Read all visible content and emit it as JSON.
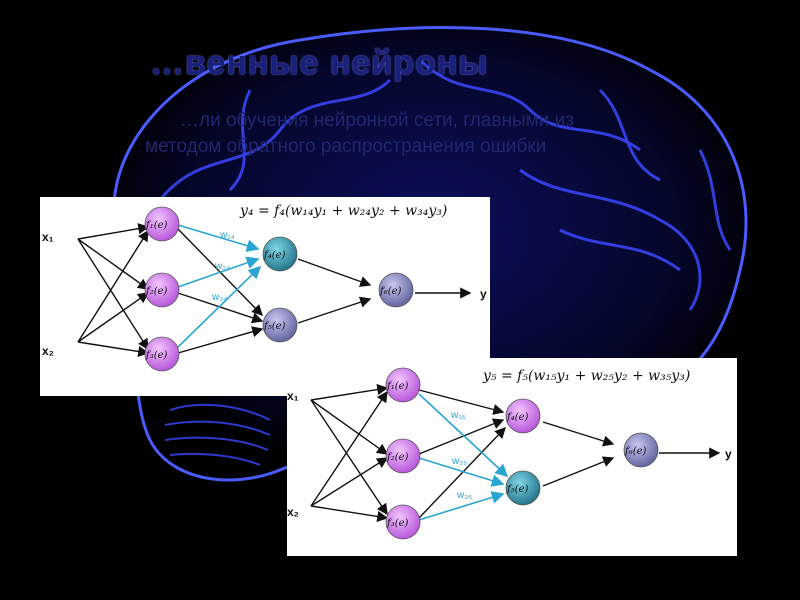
{
  "slide": {
    "title": "…венные нейроны",
    "bg_line_1": "…ли обучения нейронной сети, главными из",
    "bg_line_2": "методом обратного распространения ошибки"
  },
  "diagram_1": {
    "formula": "y₄ = f₄(w₁₄y₁ + w₂₄y₂ + w₃₄y₃)",
    "inputs": [
      "x₁",
      "x₂"
    ],
    "output": "y",
    "weights": [
      "w₁₄",
      "w₂₄",
      "w₃₄"
    ],
    "nodes": [
      "f₁(e)",
      "f₂(e)",
      "f₃(e)",
      "f₄(e)",
      "f₅(e)",
      "f₆(e)"
    ],
    "highlight_node": "f₄(e)"
  },
  "diagram_2": {
    "formula": "y₅ = f₅(w₁₅y₁ + w₂₅y₂ + w₃₅y₃)",
    "inputs": [
      "x₁",
      "x₂"
    ],
    "output": "y",
    "weights": [
      "w₁₅",
      "w₂₅",
      "w₃₅"
    ],
    "nodes": [
      "f₁(e)",
      "f₂(e)",
      "f₃(e)",
      "f₄(e)",
      "f₅(e)",
      "f₆(e)"
    ],
    "highlight_node": "f₅(e)"
  },
  "colors": {
    "background": "#000000",
    "brain_glow": "#3a48ff",
    "neuron_purple": "#c86ae6",
    "neuron_teal": "#2e8fa8",
    "neuron_gray": "#7b7fb8",
    "weight_edge": "#2aa5d2"
  }
}
